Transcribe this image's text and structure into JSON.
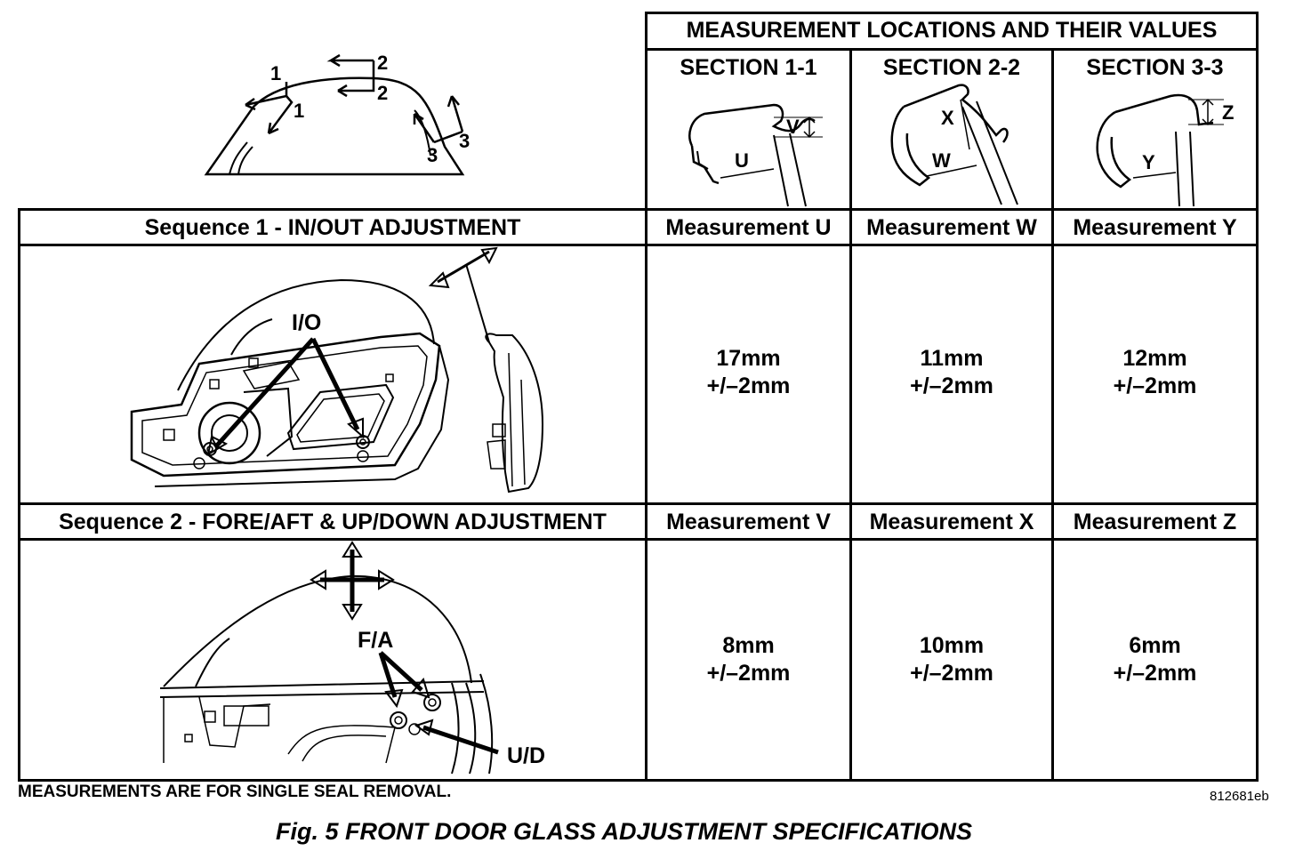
{
  "header": {
    "title": "MEASUREMENT LOCATIONS AND THEIR VALUES",
    "sections": [
      "SECTION 1-1",
      "SECTION 2-2",
      "SECTION 3-3"
    ]
  },
  "section_labels": {
    "s1": [
      "U",
      "V"
    ],
    "s2": [
      "X",
      "W"
    ],
    "s3": [
      "Z",
      "Y"
    ]
  },
  "key_diagram": {
    "labels": [
      "1",
      "1",
      "2",
      "2",
      "3",
      "3"
    ]
  },
  "sequence1": {
    "title": "Sequence 1 - IN/OUT ADJUSTMENT",
    "callout": "I/O",
    "measurements": [
      {
        "label": "Measurement U",
        "value": "17mm",
        "tolerance": "+/–2mm"
      },
      {
        "label": "Measurement W",
        "value": "11mm",
        "tolerance": "+/–2mm"
      },
      {
        "label": "Measurement Y",
        "value": "12mm",
        "tolerance": "+/–2mm"
      }
    ]
  },
  "sequence2": {
    "title": "Sequence 2 - FORE/AFT & UP/DOWN  ADJUSTMENT",
    "callouts": [
      "F/A",
      "U/D"
    ],
    "measurements": [
      {
        "label": "Measurement V",
        "value": "8mm",
        "tolerance": "+/–2mm"
      },
      {
        "label": "Measurement X",
        "value": "10mm",
        "tolerance": "+/–2mm"
      },
      {
        "label": "Measurement Z",
        "value": "6mm",
        "tolerance": "+/–2mm"
      }
    ]
  },
  "footnote": "MEASUREMENTS ARE FOR SINGLE SEAL REMOVAL.",
  "figure_code": "812681eb",
  "caption": "Fig. 5 FRONT DOOR GLASS ADJUSTMENT SPECIFICATIONS"
}
